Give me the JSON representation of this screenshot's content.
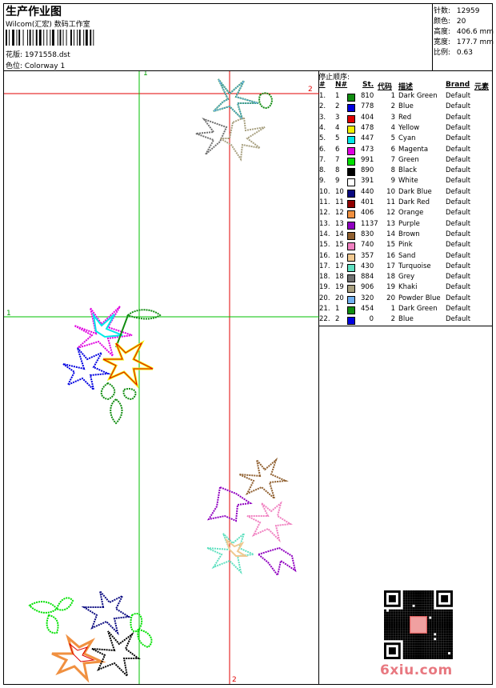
{
  "header": {
    "title": "生产作业图",
    "company": "Wilcom(汇宏) 数码工作室",
    "design_label": "花版: 1971558.dst",
    "colorway_label": "色位: Colorway 1"
  },
  "stats": [
    {
      "label": "针数:",
      "value": "12959"
    },
    {
      "label": "颜色:",
      "value": "20"
    },
    {
      "label": "高度:",
      "value": "406.6 mm"
    },
    {
      "label": "宽度:",
      "value": "177.7 mm"
    },
    {
      "label": "比例:",
      "value": "0.63"
    }
  ],
  "canvas": {
    "markers": {
      "h1": "1",
      "h2": "2",
      "v1": "1",
      "v2": "2"
    },
    "guide_colors": {
      "red": "#e00000",
      "green": "#00c000"
    }
  },
  "table": {
    "title": "停止顺序:",
    "headers": {
      "hash": "#",
      "n": "N#",
      "st": "St.",
      "code": "代码",
      "desc": "描述",
      "brand": "Brand",
      "element": "元素"
    },
    "rows": [
      {
        "idx": "1.",
        "n": "1",
        "color": "#108c10",
        "st": "810",
        "code": "1",
        "desc": "Dark Green",
        "brand": "Default"
      },
      {
        "idx": "2.",
        "n": "2",
        "color": "#0000e0",
        "st": "778",
        "code": "2",
        "desc": "Blue",
        "brand": "Default"
      },
      {
        "idx": "3.",
        "n": "3",
        "color": "#e00000",
        "st": "404",
        "code": "3",
        "desc": "Red",
        "brand": "Default"
      },
      {
        "idx": "4.",
        "n": "4",
        "color": "#f0f000",
        "st": "478",
        "code": "4",
        "desc": "Yellow",
        "brand": "Default"
      },
      {
        "idx": "5.",
        "n": "5",
        "color": "#00e8e8",
        "st": "447",
        "code": "5",
        "desc": "Cyan",
        "brand": "Default"
      },
      {
        "idx": "6.",
        "n": "6",
        "color": "#e000e0",
        "st": "473",
        "code": "6",
        "desc": "Magenta",
        "brand": "Default"
      },
      {
        "idx": "7.",
        "n": "7",
        "color": "#00e000",
        "st": "991",
        "code": "7",
        "desc": "Green",
        "brand": "Default"
      },
      {
        "idx": "8.",
        "n": "8",
        "color": "#000000",
        "st": "890",
        "code": "8",
        "desc": "Black",
        "brand": "Default"
      },
      {
        "idx": "9.",
        "n": "9",
        "color": "#ffffff",
        "st": "391",
        "code": "9",
        "desc": "White",
        "brand": "Default"
      },
      {
        "idx": "10.",
        "n": "10",
        "color": "#0a0a80",
        "st": "440",
        "code": "10",
        "desc": "Dark Blue",
        "brand": "Default"
      },
      {
        "idx": "11.",
        "n": "11",
        "color": "#900000",
        "st": "401",
        "code": "11",
        "desc": "Dark Red",
        "brand": "Default"
      },
      {
        "idx": "12.",
        "n": "12",
        "color": "#f09040",
        "st": "406",
        "code": "12",
        "desc": "Orange",
        "brand": "Default"
      },
      {
        "idx": "13.",
        "n": "13",
        "color": "#9000c0",
        "st": "1137",
        "code": "13",
        "desc": "Purple",
        "brand": "Default"
      },
      {
        "idx": "14.",
        "n": "14",
        "color": "#906030",
        "st": "830",
        "code": "14",
        "desc": "Brown",
        "brand": "Default"
      },
      {
        "idx": "15.",
        "n": "15",
        "color": "#f080c0",
        "st": "740",
        "code": "15",
        "desc": "Pink",
        "brand": "Default"
      },
      {
        "idx": "16.",
        "n": "16",
        "color": "#f0c890",
        "st": "357",
        "code": "16",
        "desc": "Sand",
        "brand": "Default"
      },
      {
        "idx": "17.",
        "n": "17",
        "color": "#60e0c0",
        "st": "430",
        "code": "17",
        "desc": "Turquoise",
        "brand": "Default"
      },
      {
        "idx": "18.",
        "n": "18",
        "color": "#707070",
        "st": "884",
        "code": "18",
        "desc": "Grey",
        "brand": "Default"
      },
      {
        "idx": "19.",
        "n": "19",
        "color": "#a8a080",
        "st": "906",
        "code": "19",
        "desc": "Khaki",
        "brand": "Default"
      },
      {
        "idx": "20.",
        "n": "20",
        "color": "#70b0f0",
        "st": "320",
        "code": "20",
        "desc": "Powder Blue",
        "brand": "Default"
      },
      {
        "idx": "21.",
        "n": "1",
        "color": "#108c10",
        "st": "454",
        "code": "1",
        "desc": "Dark Green",
        "brand": "Default"
      },
      {
        "idx": "22.",
        "n": "2",
        "color": "#0000e0",
        "st": "0",
        "code": "2",
        "desc": "Blue",
        "brand": "Default"
      }
    ]
  },
  "watermark": {
    "site": "6xiu.com"
  }
}
